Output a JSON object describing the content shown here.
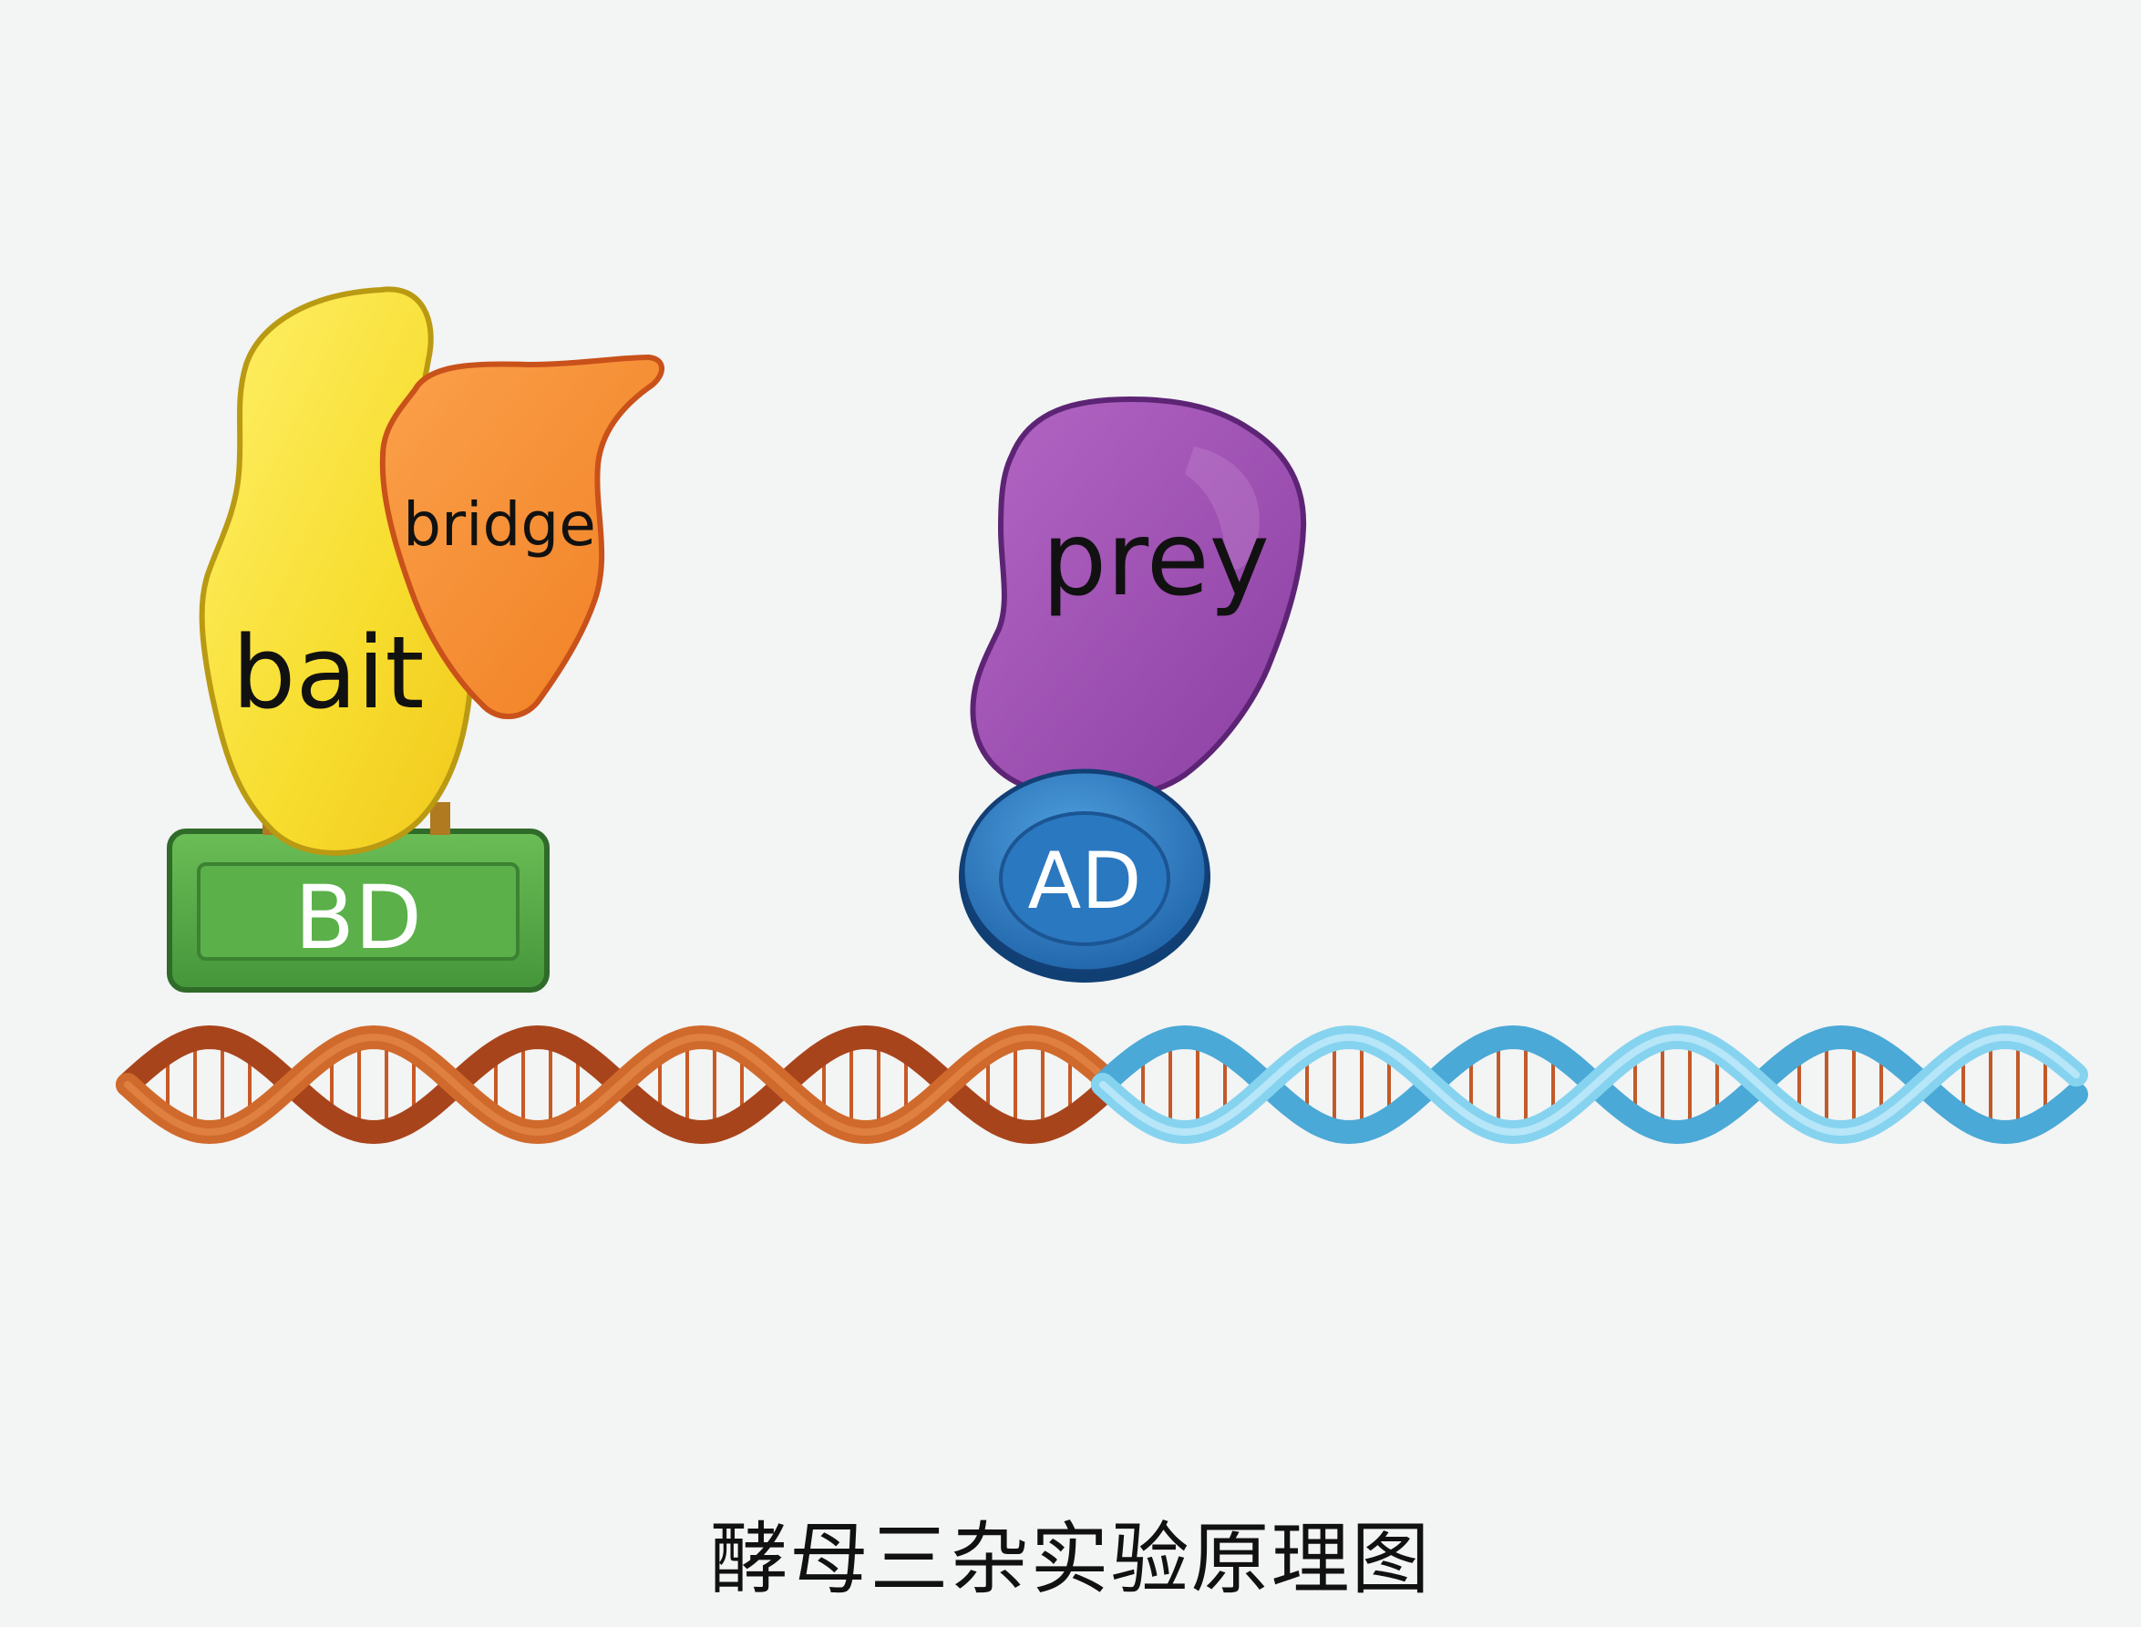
{
  "labels": {
    "bait": "bait",
    "bridge": "bridge",
    "prey": "prey",
    "bd": "BD",
    "ad": "AD"
  },
  "caption": "酵母三杂实验原理图",
  "colors": {
    "bait": "#f7dd2e",
    "bridge": "#f68b2e",
    "prey": "#9b4fb0",
    "bd": "#56a847",
    "ad": "#2f7ec4",
    "dna_left": "#c25a24",
    "dna_right": "#7fd0ee",
    "background": "#f3f4f4"
  }
}
